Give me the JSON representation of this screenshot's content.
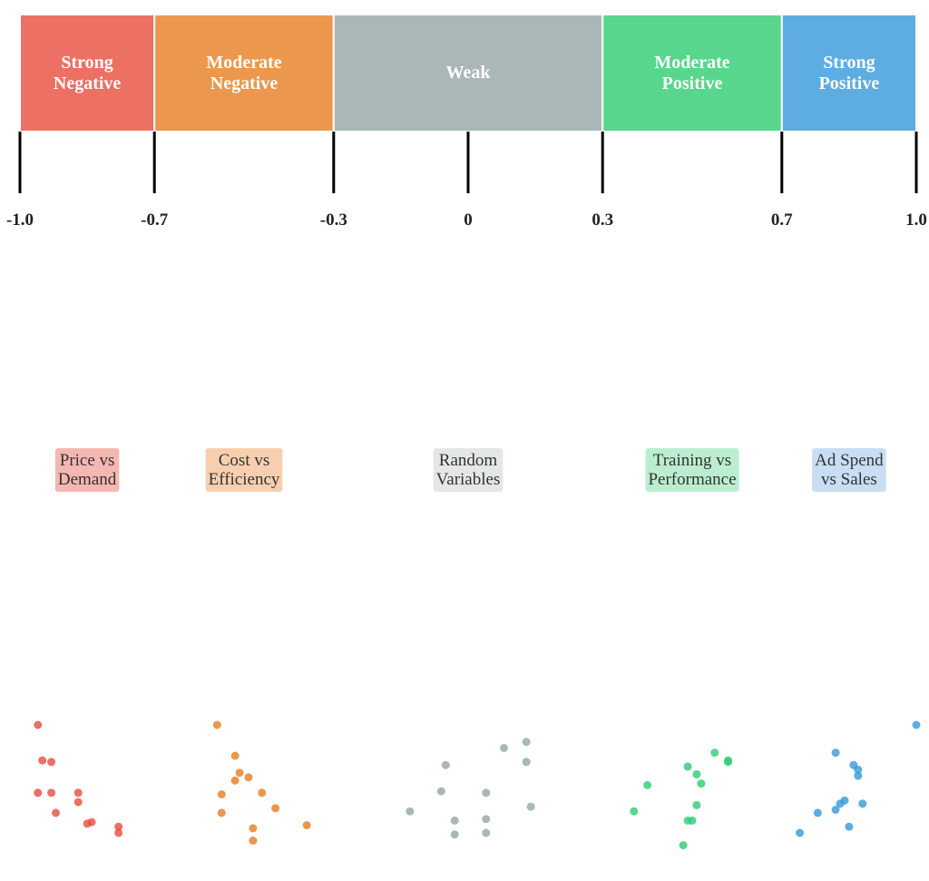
{
  "scale": {
    "segments": [
      {
        "line1": "Strong",
        "line2": "Negative",
        "from": -1.0,
        "to": -0.7,
        "color": "#ec7063"
      },
      {
        "line1": "Moderate",
        "line2": "Negative",
        "from": -0.7,
        "to": -0.3,
        "color": "#eb984e"
      },
      {
        "line1": "Weak",
        "line2": "",
        "from": -0.3,
        "to": 0.3,
        "color": "#aab7b8"
      },
      {
        "line1": "Moderate",
        "line2": "Positive",
        "from": 0.3,
        "to": 0.7,
        "color": "#58d68d"
      },
      {
        "line1": "Strong",
        "line2": "Positive",
        "from": 0.7,
        "to": 1.0,
        "color": "#5dade2"
      }
    ],
    "ticks": [
      {
        "value": -1.0,
        "label": "-1.0"
      },
      {
        "value": -0.7,
        "label": "-0.7"
      },
      {
        "value": -0.3,
        "label": "-0.3"
      },
      {
        "value": 0.0,
        "label": "0"
      },
      {
        "value": 0.3,
        "label": "0.3"
      },
      {
        "value": 0.7,
        "label": "0.7"
      },
      {
        "value": 1.0,
        "label": "1.0"
      }
    ]
  },
  "examples": [
    {
      "line1": "Price vs",
      "line2": "Demand",
      "color": "#e74c3c",
      "bg": "#f5b7b1",
      "points": [
        [
          -0.96,
          0.7
        ],
        [
          -0.95,
          0.47
        ],
        [
          -0.93,
          0.46
        ],
        [
          -0.96,
          0.26
        ],
        [
          -0.93,
          0.26
        ],
        [
          -0.92,
          0.13
        ],
        [
          -0.87,
          0.26
        ],
        [
          -0.87,
          0.2
        ],
        [
          -0.85,
          0.06
        ],
        [
          -0.84,
          0.07
        ],
        [
          -0.78,
          0.04
        ],
        [
          -0.78,
          0.0
        ]
      ]
    },
    {
      "line1": "Cost vs",
      "line2": "Efficiency",
      "color": "#e67e22",
      "bg": "#f8cfae",
      "points": [
        [
          -0.56,
          0.7
        ],
        [
          -0.52,
          0.5
        ],
        [
          -0.51,
          0.39
        ],
        [
          -0.49,
          0.36
        ],
        [
          -0.52,
          0.34
        ],
        [
          -0.55,
          0.25
        ],
        [
          -0.55,
          0.13
        ],
        [
          -0.46,
          0.26
        ],
        [
          -0.43,
          0.16
        ],
        [
          -0.48,
          0.03
        ],
        [
          -0.48,
          -0.05
        ],
        [
          -0.36,
          0.05
        ]
      ]
    },
    {
      "line1": "Random",
      "line2": "Variables",
      "color": "#95a5a6",
      "bg": "#e4e7e8",
      "points": [
        [
          0.13,
          0.59
        ],
        [
          0.08,
          0.55
        ],
        [
          0.13,
          0.46
        ],
        [
          -0.05,
          0.44
        ],
        [
          0.04,
          0.26
        ],
        [
          -0.06,
          0.27
        ],
        [
          0.14,
          0.17
        ],
        [
          -0.13,
          0.14
        ],
        [
          0.04,
          0.09
        ],
        [
          -0.03,
          0.08
        ],
        [
          -0.03,
          -0.01
        ],
        [
          0.04,
          0.0
        ]
      ]
    },
    {
      "line1": "Training vs",
      "line2": "Performance",
      "color": "#2ecc71",
      "bg": "#bbeed0",
      "points": [
        [
          0.55,
          0.52
        ],
        [
          0.58,
          0.47
        ],
        [
          0.58,
          0.46
        ],
        [
          0.49,
          0.43
        ],
        [
          0.51,
          0.38
        ],
        [
          0.52,
          0.32
        ],
        [
          0.4,
          0.31
        ],
        [
          0.51,
          0.18
        ],
        [
          0.37,
          0.14
        ],
        [
          0.49,
          0.08
        ],
        [
          0.5,
          0.08
        ],
        [
          0.48,
          -0.08
        ]
      ]
    },
    {
      "line1": "Ad Spend",
      "line2": "vs Sales",
      "color": "#3498db",
      "bg": "#c7def3",
      "points": [
        [
          1.0,
          0.7
        ],
        [
          0.82,
          0.52
        ],
        [
          0.86,
          0.44
        ],
        [
          0.87,
          0.41
        ],
        [
          0.87,
          0.37
        ],
        [
          0.84,
          0.21
        ],
        [
          0.83,
          0.19
        ],
        [
          0.88,
          0.19
        ],
        [
          0.82,
          0.15
        ],
        [
          0.78,
          0.13
        ],
        [
          0.85,
          0.04
        ],
        [
          0.74,
          0.0
        ]
      ]
    }
  ]
}
